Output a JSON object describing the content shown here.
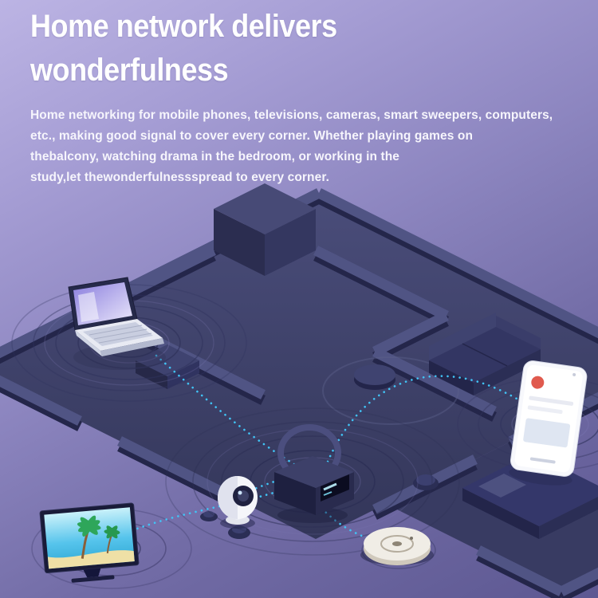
{
  "header": {
    "title_line1": "Home network delivers",
    "title_line2": "wonderfulness",
    "paragraph_lines": [
      "Home networking for mobile phones, televisions, cameras, smart sweepers, computers,",
      "etc., making good signal to cover every corner. Whether playing games on",
      "thebalcony, watching drama in the bedroom, or working in the",
      "study,let thewonderfulnessspread to every corner."
    ]
  },
  "diagram": {
    "description": "Isometric home floor plan with smart devices wirelessly linked to a central router by dotted signal lines and ripple waves",
    "hub": "router",
    "devices": [
      "laptop",
      "television",
      "security-camera",
      "router",
      "robot-vacuum",
      "smartphone"
    ],
    "connections": [
      {
        "from": "router",
        "to": "laptop"
      },
      {
        "from": "router",
        "to": "television"
      },
      {
        "from": "router",
        "to": "security-camera"
      },
      {
        "from": "router",
        "to": "robot-vacuum"
      },
      {
        "from": "router",
        "to": "smartphone"
      }
    ],
    "colors": {
      "background_top": "#bcb4e4",
      "background_bottom": "#5d5892",
      "floor": "#41446e",
      "wall_side": "#24264a",
      "wall_top": "#505484",
      "ripple": "#30335c",
      "link_dotted": "#41c4f6",
      "text": "#ffffff"
    }
  }
}
